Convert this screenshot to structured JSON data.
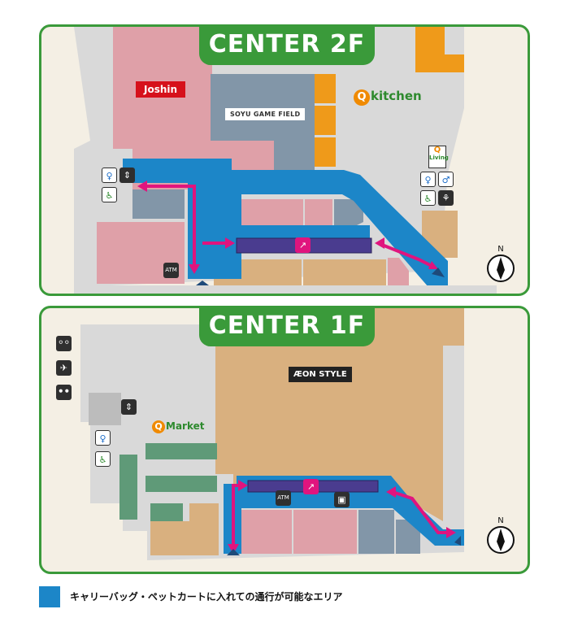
{
  "floors": {
    "upper": {
      "title": "CENTER 2F",
      "stores": {
        "joshin": "Joshin",
        "soyu": "SOYU GAME FIELD",
        "qs_kitchen": "kitchen",
        "qs_living": "Living"
      }
    },
    "lower": {
      "title": "CENTER 1F",
      "stores": {
        "aeon": "ÆON STYLE",
        "qs_market": "Market"
      }
    }
  },
  "compass": {
    "north_label": "N"
  },
  "legend": {
    "text": "キャリーバッグ・ペットカートに入れての通行が可能なエリア",
    "color": "#1c86c8"
  },
  "icons": {
    "restroom": "restroom-icon",
    "wheelchair": "wheelchair-icon",
    "elevator": "elevator-icon",
    "atm": "atm-icon",
    "escalator": "escalator-icon",
    "bicycle": "bicycle-icon",
    "scooter": "scooter-icon",
    "motorcycle": "motorcycle-icon",
    "ostomate": "ostomate-icon",
    "locker": "locker-icon"
  },
  "colors": {
    "frame": "#3a9a3a",
    "pet_route": "#1c86c8",
    "arrow": "#e0147e",
    "pink_store": "#dfa0a8",
    "tan_store": "#d9b07f",
    "slate_store": "#8296a8",
    "green_store": "#5f9a78",
    "orange_store": "#ef9a1a",
    "gray_area": "#d9d9d9"
  }
}
